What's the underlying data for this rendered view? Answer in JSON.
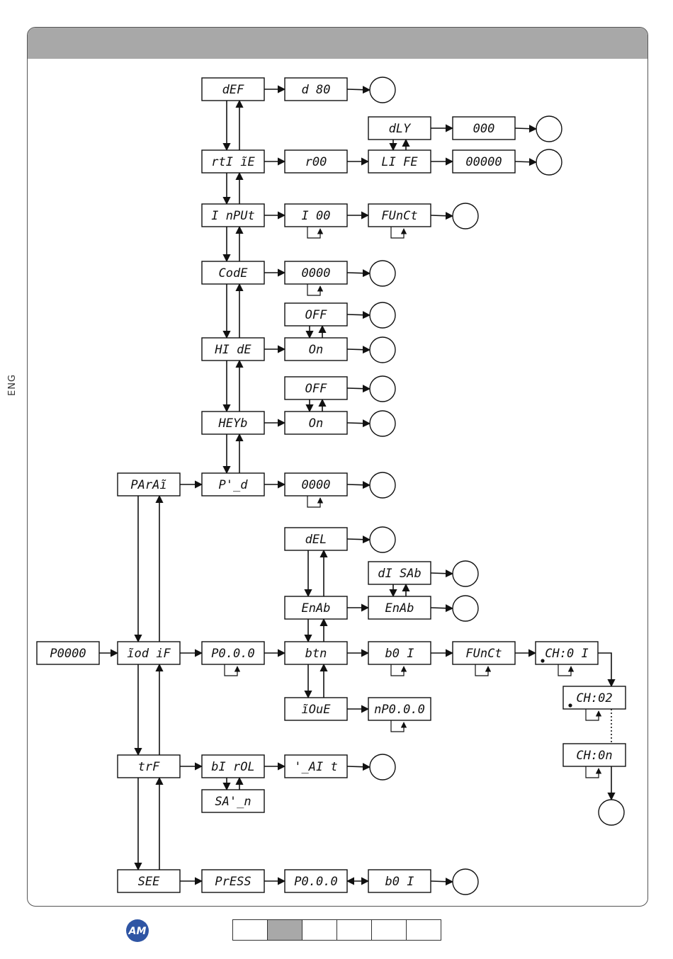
{
  "language_label": "ENG",
  "pager": {
    "total": 6,
    "active_index": 1
  },
  "logo_text": "AM",
  "nodes": [
    {
      "id": "def",
      "label": "dEF"
    },
    {
      "id": "d80",
      "label": "d  80"
    },
    {
      "id": "dly",
      "label": "dLY"
    },
    {
      "id": "d000",
      "label": "000"
    },
    {
      "id": "rtime",
      "label": "rtI ĩE"
    },
    {
      "id": "r00",
      "label": "r00"
    },
    {
      "id": "life",
      "label": "LI FE"
    },
    {
      "id": "life0",
      "label": "00000"
    },
    {
      "id": "input",
      "label": "I nPUt"
    },
    {
      "id": "i00",
      "label": "I 00"
    },
    {
      "id": "funct1",
      "label": "FUnCt"
    },
    {
      "id": "code",
      "label": "CodE"
    },
    {
      "id": "code0",
      "label": "0000"
    },
    {
      "id": "hoff",
      "label": "OFF"
    },
    {
      "id": "hide",
      "label": "HI dE"
    },
    {
      "id": "hon",
      "label": "On"
    },
    {
      "id": "koff",
      "label": "OFF"
    },
    {
      "id": "keyb",
      "label": "HEYb"
    },
    {
      "id": "kon",
      "label": "On"
    },
    {
      "id": "param",
      "label": "PArAĩ"
    },
    {
      "id": "pwd",
      "label": "P'̲d"
    },
    {
      "id": "pwd0",
      "label": "0000"
    },
    {
      "id": "del",
      "label": "dEL"
    },
    {
      "id": "disab",
      "label": "dI SAb"
    },
    {
      "id": "enab1",
      "label": "EnAb"
    },
    {
      "id": "enab2",
      "label": "EnAb"
    },
    {
      "id": "p0000",
      "label": "P0000"
    },
    {
      "id": "modif",
      "label": "ĩod iF"
    },
    {
      "id": "p000a",
      "label": "P0.0.0"
    },
    {
      "id": "btn",
      "label": "btn"
    },
    {
      "id": "b01a",
      "label": "b0 I"
    },
    {
      "id": "funct2",
      "label": "FUnCt"
    },
    {
      "id": "ch01",
      "label": "CH:0 I"
    },
    {
      "id": "ch02",
      "label": "CH:02"
    },
    {
      "id": "ch0n",
      "label": "CH:0n"
    },
    {
      "id": "move",
      "label": "ĩOuE"
    },
    {
      "id": "np000",
      "label": "nP0.0.0"
    },
    {
      "id": "trf",
      "label": "trF"
    },
    {
      "id": "birol",
      "label": "bI rOL"
    },
    {
      "id": "wait",
      "label": "'̲AI t"
    },
    {
      "id": "save",
      "label": "SA'̲n"
    },
    {
      "id": "see",
      "label": "SEE"
    },
    {
      "id": "press",
      "label": "PrESS"
    },
    {
      "id": "p000b",
      "label": "P0.0.0"
    },
    {
      "id": "b01b",
      "label": "b0 I"
    }
  ]
}
